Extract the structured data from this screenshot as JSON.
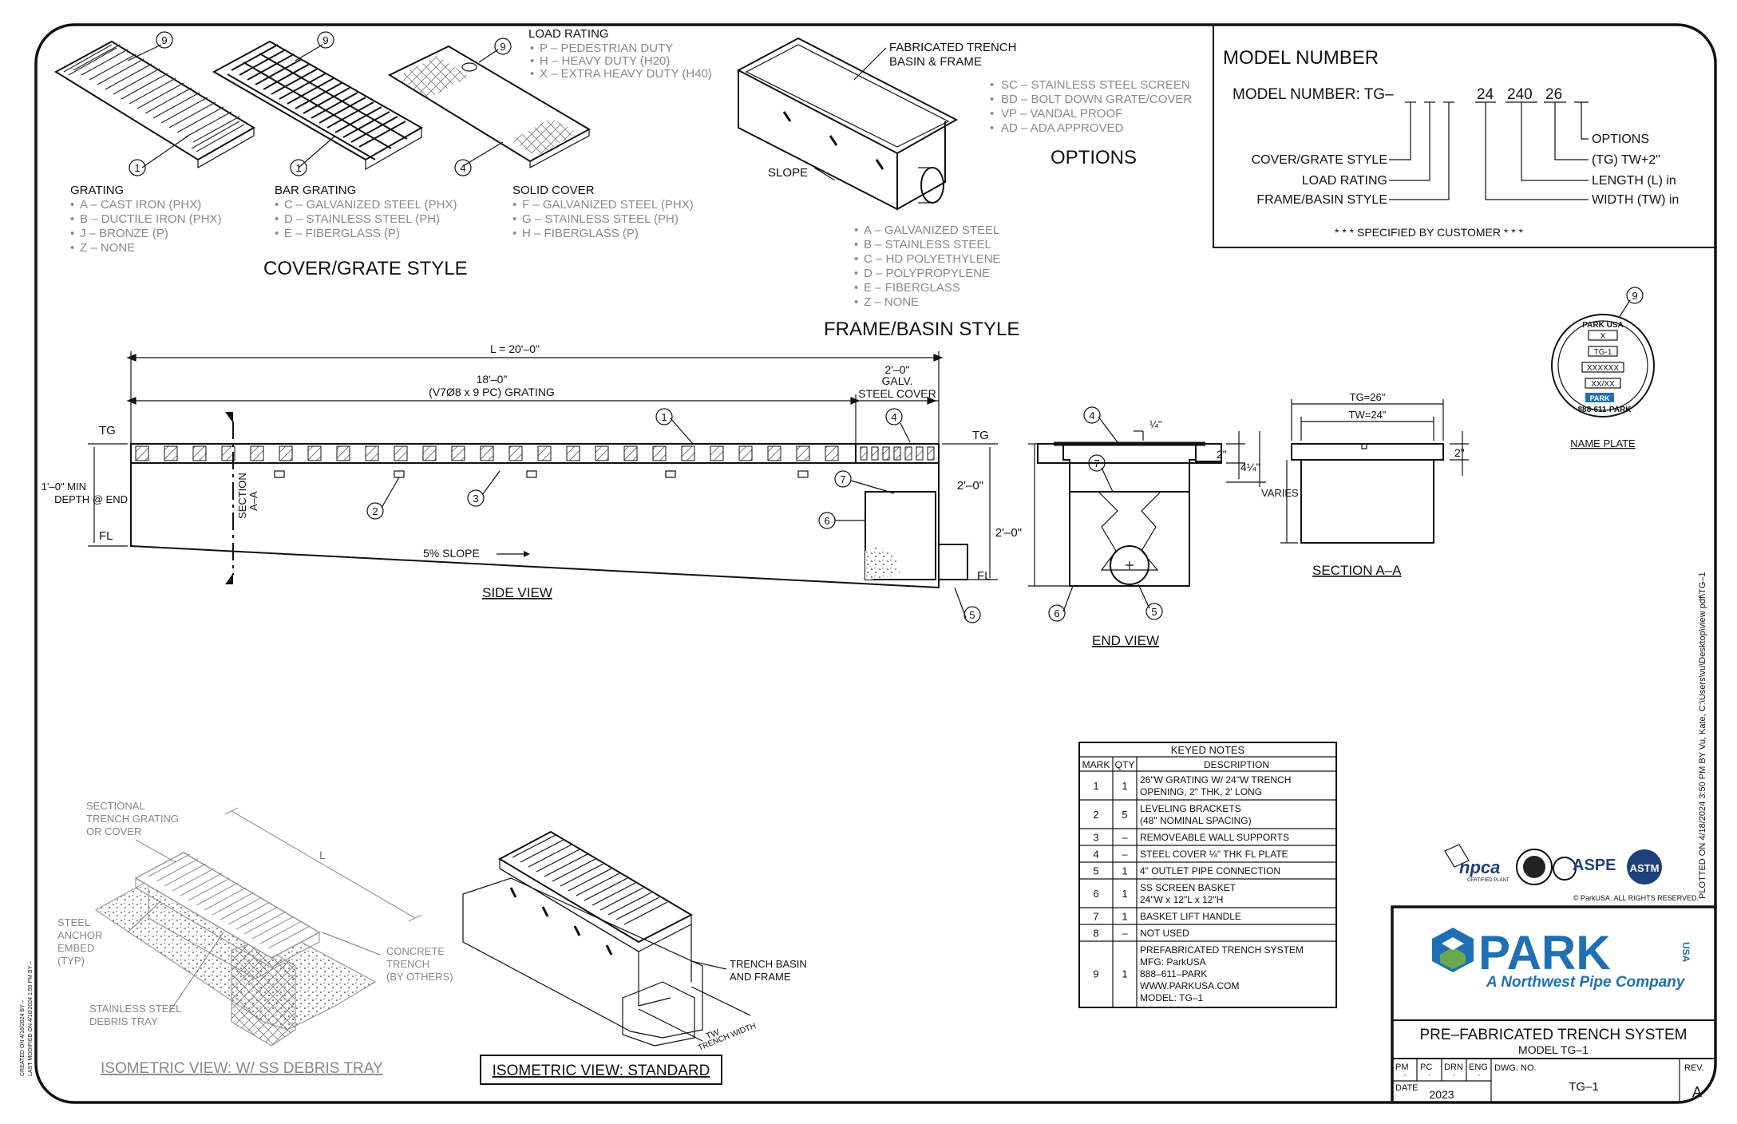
{
  "colors": {
    "ink": "#111111",
    "muted": "#8a8a8a",
    "park_blue": "#1f6fb5",
    "park_green": "#6aa84f"
  },
  "cover_grate": {
    "grating": {
      "title": "GRATING",
      "items": [
        "A – CAST IRON (PHX)",
        "B – DUCTILE IRON (PHX)",
        "J – BRONZE (P)",
        "Z – NONE"
      ]
    },
    "bar_grating": {
      "title": "BAR GRATING",
      "items": [
        "C – GALVANIZED STEEL (PHX)",
        "D – STAINLESS STEEL (PH)",
        "E – FIBERGLASS (P)"
      ]
    },
    "solid_cover": {
      "title": "SOLID COVER",
      "items": [
        "F – GALVANIZED STEEL (PHX)",
        "G – STAINLESS STEEL (PH)",
        "H – FIBERGLASS (P)"
      ]
    },
    "heading": "COVER/GRATE STYLE"
  },
  "load_rating": {
    "title": "LOAD RATING",
    "items": [
      "P – PEDESTRIAN DUTY",
      "H – HEAVY DUTY (H20)",
      "X – EXTRA HEAVY DUTY (H40)"
    ]
  },
  "frame_basin": {
    "callout": [
      "FABRICATED TRENCH",
      "BASIN & FRAME"
    ],
    "slope": "SLOPE",
    "items": [
      "A – GALVANIZED STEEL",
      "B – STAINLESS STEEL",
      "C – HD POLYETHYLENE",
      "D – POLYPROPYLENE",
      "E – FIBERGLASS",
      "Z – NONE"
    ],
    "heading": "FRAME/BASIN STYLE"
  },
  "options": {
    "items": [
      "SC – STAINLESS STEEL SCREEN",
      "BD – BOLT DOWN GRATE/COVER",
      "VP – VANDAL PROOF",
      "AD – ADA APPROVED"
    ],
    "heading": "OPTIONS"
  },
  "model_number": {
    "title": "MODEL NUMBER",
    "prefix": "MODEL NUMBER: TG–",
    "values": [
      "24",
      "240",
      "26"
    ],
    "labels_left": [
      "COVER/GRATE STYLE",
      "LOAD RATING",
      "FRAME/BASIN STYLE"
    ],
    "labels_right": [
      "OPTIONS",
      "(TG) TW+2\"",
      "LENGTH (L) in",
      "WIDTH (TW) in"
    ],
    "note": "* * * SPECIFIED BY CUSTOMER * * *"
  },
  "side_view": {
    "length": "L = 20'–0\"",
    "grating_len": [
      "18'–0\"",
      "(V7Ø8 x 9 PC) GRATING"
    ],
    "cover_len": [
      "2'–0\"",
      "GALV.",
      "STEEL COVER"
    ],
    "tg": "TG",
    "fl": "FL",
    "depth": [
      "1'–0\" MIN",
      "DEPTH @ END"
    ],
    "height": "2'–0\"",
    "slope": "5% SLOPE",
    "section": [
      "SECTION",
      "A–A"
    ],
    "title": "SIDE VIEW"
  },
  "end_view": {
    "quarter": "¼\"",
    "two": "2\"",
    "fourq": "4¼\"",
    "height": "2'–0\"",
    "title": "END VIEW"
  },
  "section_aa": {
    "tg": "TG=26\"",
    "tw": "TW=24\"",
    "varies": "VARIES",
    "two": "2\"",
    "title": "SECTION A–A"
  },
  "name_plate": {
    "brand": "PARK USA",
    "rows": [
      "X",
      "TG-1",
      "XXXXXX",
      "XX/XX"
    ],
    "phone": "888-611-PARK",
    "title": "NAME PLATE"
  },
  "keyed_notes": {
    "title": "KEYED NOTES",
    "headers": [
      "MARK",
      "QTY",
      "DESCRIPTION"
    ],
    "rows": [
      {
        "mark": "1",
        "qty": "1",
        "desc": [
          "26\"W GRATING W/ 24\"W TRENCH",
          "OPENING, 2\" THK, 2' LONG"
        ]
      },
      {
        "mark": "2",
        "qty": "5",
        "desc": [
          "LEVELING BRACKETS",
          "(48\" NOMINAL SPACING)"
        ]
      },
      {
        "mark": "3",
        "qty": "–",
        "desc": [
          "REMOVEABLE WALL SUPPORTS"
        ]
      },
      {
        "mark": "4",
        "qty": "–",
        "desc": [
          "STEEL COVER ¼\" THK FL PLATE"
        ]
      },
      {
        "mark": "5",
        "qty": "1",
        "desc": [
          "4\" OUTLET PIPE CONNECTION"
        ]
      },
      {
        "mark": "6",
        "qty": "1",
        "desc": [
          "SS SCREEN BASKET",
          "24\"W x 12\"L x 12\"H"
        ]
      },
      {
        "mark": "7",
        "qty": "1",
        "desc": [
          "BASKET LIFT HANDLE"
        ]
      },
      {
        "mark": "8",
        "qty": "–",
        "desc": [
          "NOT USED"
        ]
      },
      {
        "mark": "9",
        "qty": "1",
        "desc": [
          "PREFABRICATED TRENCH SYSTEM",
          "MFG: ParkUSA",
          "888–611–PARK",
          "WWW.PARKUSA.COM",
          "MODEL: TG–1"
        ]
      }
    ]
  },
  "iso_tray": {
    "labels": [
      [
        "SECTIONAL",
        "TRENCH GRATING",
        "OR COVER"
      ],
      [
        "STEEL",
        "ANCHOR",
        "EMBED",
        "(TYP)"
      ],
      [
        "STAINLESS STEEL",
        "DEBRIS TRAY"
      ],
      [
        "CONCRETE",
        "TRENCH",
        "(BY OTHERS)"
      ]
    ],
    "dim": "L",
    "title": "ISOMETRIC VIEW: W/ SS DEBRIS TRAY"
  },
  "iso_std": {
    "labels": [
      [
        "TRENCH BASIN",
        "AND FRAME"
      ]
    ],
    "tw": [
      "TW",
      "TRENCH WIDTH"
    ],
    "title": "ISOMETRIC VIEW: STANDARD"
  },
  "logos": {
    "npca": "npca",
    "npca_sub": "CERTIFIED PLANT",
    "aspe": "ASPE",
    "astm": "ASTM",
    "rights": "© ParkUSA. ALL RIGHTS RESERVED."
  },
  "title_block": {
    "brand": "PARK",
    "usa": "USA",
    "tagline": "A Northwest Pipe Company",
    "title": "PRE–FABRICATED TRENCH SYSTEM",
    "model": "MODEL TG–1",
    "cells": [
      "PM",
      "PC",
      "DRN",
      "ENG"
    ],
    "dots": [
      "·",
      "·",
      "·",
      "·"
    ],
    "dwg_label": "DWG. NO.",
    "dwg_no": "TG–1",
    "rev_label": "REV.",
    "rev": "A",
    "date_label": "DATE",
    "date": "2023"
  },
  "plotted": "PLOTTED ON 4/18/2024 3:50 PM BY Vu, Kate, C:\\Users\\vu\\Desktop\\view pdf\\TG–1",
  "created": [
    "CREATED ON 4/18/2024 BY –",
    "LAST MODIFIED ON 4/18/2024 1:59 PM BY –"
  ],
  "balloons": [
    "1",
    "2",
    "3",
    "4",
    "5",
    "6",
    "7",
    "9"
  ]
}
